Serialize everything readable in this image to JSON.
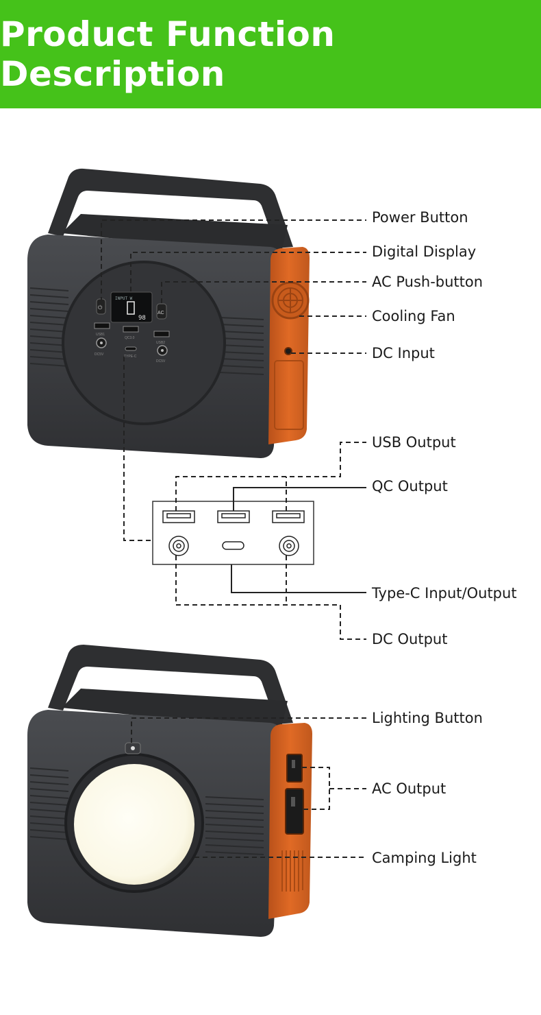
{
  "header": {
    "title": "Product Function Description",
    "bg_color": "#45c21a"
  },
  "device_top": {
    "display_reading": "98",
    "display_header": "INPUT W",
    "power_button_glyph": "⏻",
    "ac_button_glyph": "AC",
    "port_labels": {
      "usb_left": "USB1",
      "usb_center": "QC3.0",
      "usb_right": "USB2",
      "dc_left": "DC5V",
      "dc_right": "DC5V",
      "typec": "TYPE-C"
    }
  },
  "callouts_top": [
    {
      "key": "power_button",
      "text": "Power Button"
    },
    {
      "key": "digital_display",
      "text": "Digital Display"
    },
    {
      "key": "ac_push_button",
      "text": "AC Push-button"
    },
    {
      "key": "cooling_fan",
      "text": "Cooling Fan"
    },
    {
      "key": "dc_input",
      "text": "DC Input"
    }
  ],
  "callouts_ports": [
    {
      "key": "usb_output",
      "text": "USB Output"
    },
    {
      "key": "qc_output",
      "text": "QC Output"
    },
    {
      "key": "typec_io",
      "text": "Type-C Input/Output"
    },
    {
      "key": "dc_output",
      "text": "DC Output"
    }
  ],
  "callouts_bottom": [
    {
      "key": "lighting_button",
      "text": "Lighting Button"
    },
    {
      "key": "ac_output",
      "text": "AC Output"
    },
    {
      "key": "camping_light",
      "text": "Camping Light"
    }
  ],
  "colors": {
    "body_dark": "#3b3d40",
    "body_darker": "#2a2b2d",
    "accent_orange": "#d2601f",
    "light_face": "#fdfbee"
  }
}
